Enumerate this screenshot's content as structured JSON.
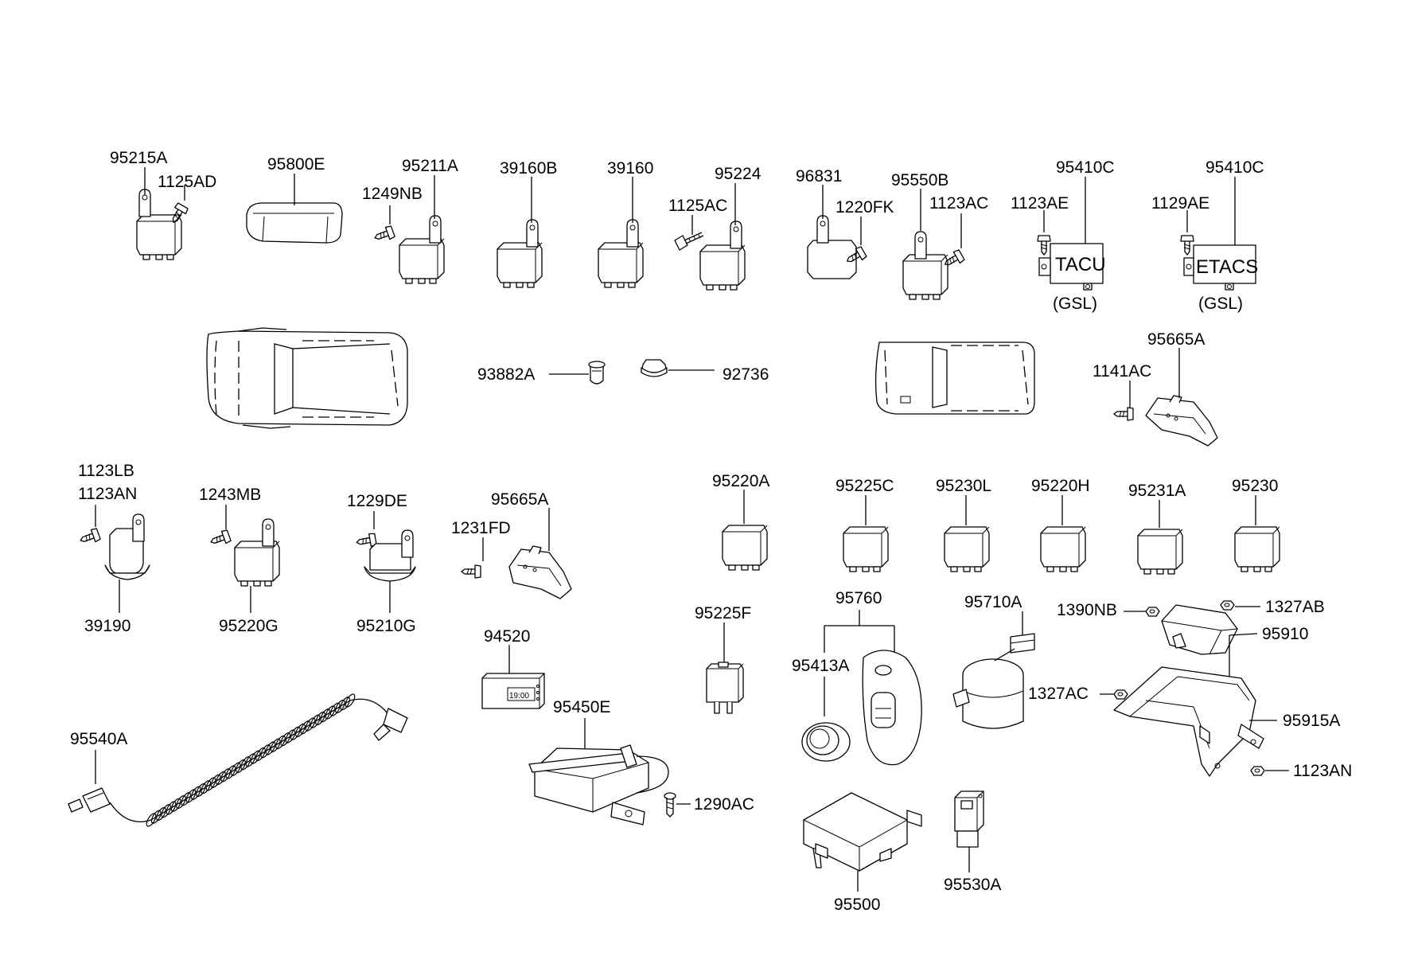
{
  "labels": {
    "p95215A": "95215A",
    "p1125AD": "1125AD",
    "p95800E": "95800E",
    "p1249NB": "1249NB",
    "p95211A": "95211A",
    "p39160B": "39160B",
    "p39160": "39160",
    "p1125AC": "1125AC",
    "p95224": "95224",
    "p96831": "96831",
    "p1220FK": "1220FK",
    "p95550B": "95550B",
    "p1123AC": "1123AC",
    "p1123AE": "1123AE",
    "p95410C_a": "95410C",
    "p1129AE": "1129AE",
    "p95410C_b": "95410C",
    "p93882A": "93882A",
    "p92736": "92736",
    "p95665A_a": "95665A",
    "p1141AC": "1141AC",
    "p1123LB": "1123LB",
    "p1123AN_a": "1123AN",
    "p1243MB": "1243MB",
    "p1229DE": "1229DE",
    "p95665A_b": "95665A",
    "p1231FD": "1231FD",
    "p39190": "39190",
    "p95220G": "95220G",
    "p95210G": "95210G",
    "p95220A": "95220A",
    "p95225C": "95225C",
    "p95230L": "95230L",
    "p95220H": "95220H",
    "p95231A": "95231A",
    "p95230": "95230",
    "p95225F": "95225F",
    "p95760": "95760",
    "p95710A": "95710A",
    "p1390NB": "1390NB",
    "p1327AB": "1327AB",
    "p95910": "95910",
    "p94520": "94520",
    "p95413A": "95413A",
    "p1327AC": "1327AC",
    "p95915A": "95915A",
    "p95450E": "95450E",
    "p95540A": "95540A",
    "p1123AN_b": "1123AN",
    "p1290AC": "1290AC",
    "p95500": "95500",
    "p95530A": "95530A"
  },
  "modules": {
    "tacu": {
      "name": "TACU",
      "variant": "(GSL)"
    },
    "etacs": {
      "name": "ETACS",
      "variant": "(GSL)"
    }
  },
  "display": {
    "clock": "19:00"
  }
}
